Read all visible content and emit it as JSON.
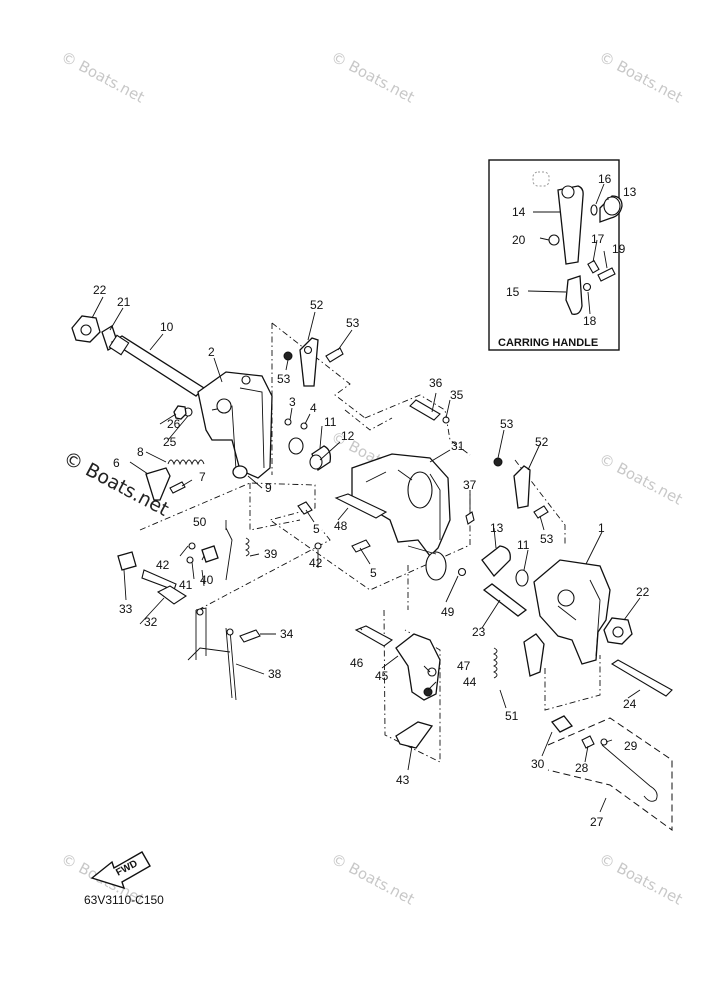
{
  "watermark": "© Boats.net",
  "inset": {
    "title": "CARRING HANDLE"
  },
  "diagram_code": "63V3110-C150",
  "fwd_label": "FWD",
  "callouts": [
    "1",
    "2",
    "3",
    "4",
    "5",
    "6",
    "7",
    "8",
    "9",
    "10",
    "11",
    "12",
    "13",
    "14",
    "15",
    "16",
    "17",
    "18",
    "19",
    "20",
    "21",
    "22",
    "23",
    "24",
    "25",
    "26",
    "27",
    "28",
    "29",
    "30",
    "31",
    "32",
    "33",
    "34",
    "35",
    "36",
    "37",
    "38",
    "39",
    "40",
    "41",
    "42",
    "43",
    "44",
    "45",
    "46",
    "47",
    "48",
    "49",
    "50",
    "51",
    "52",
    "53"
  ]
}
